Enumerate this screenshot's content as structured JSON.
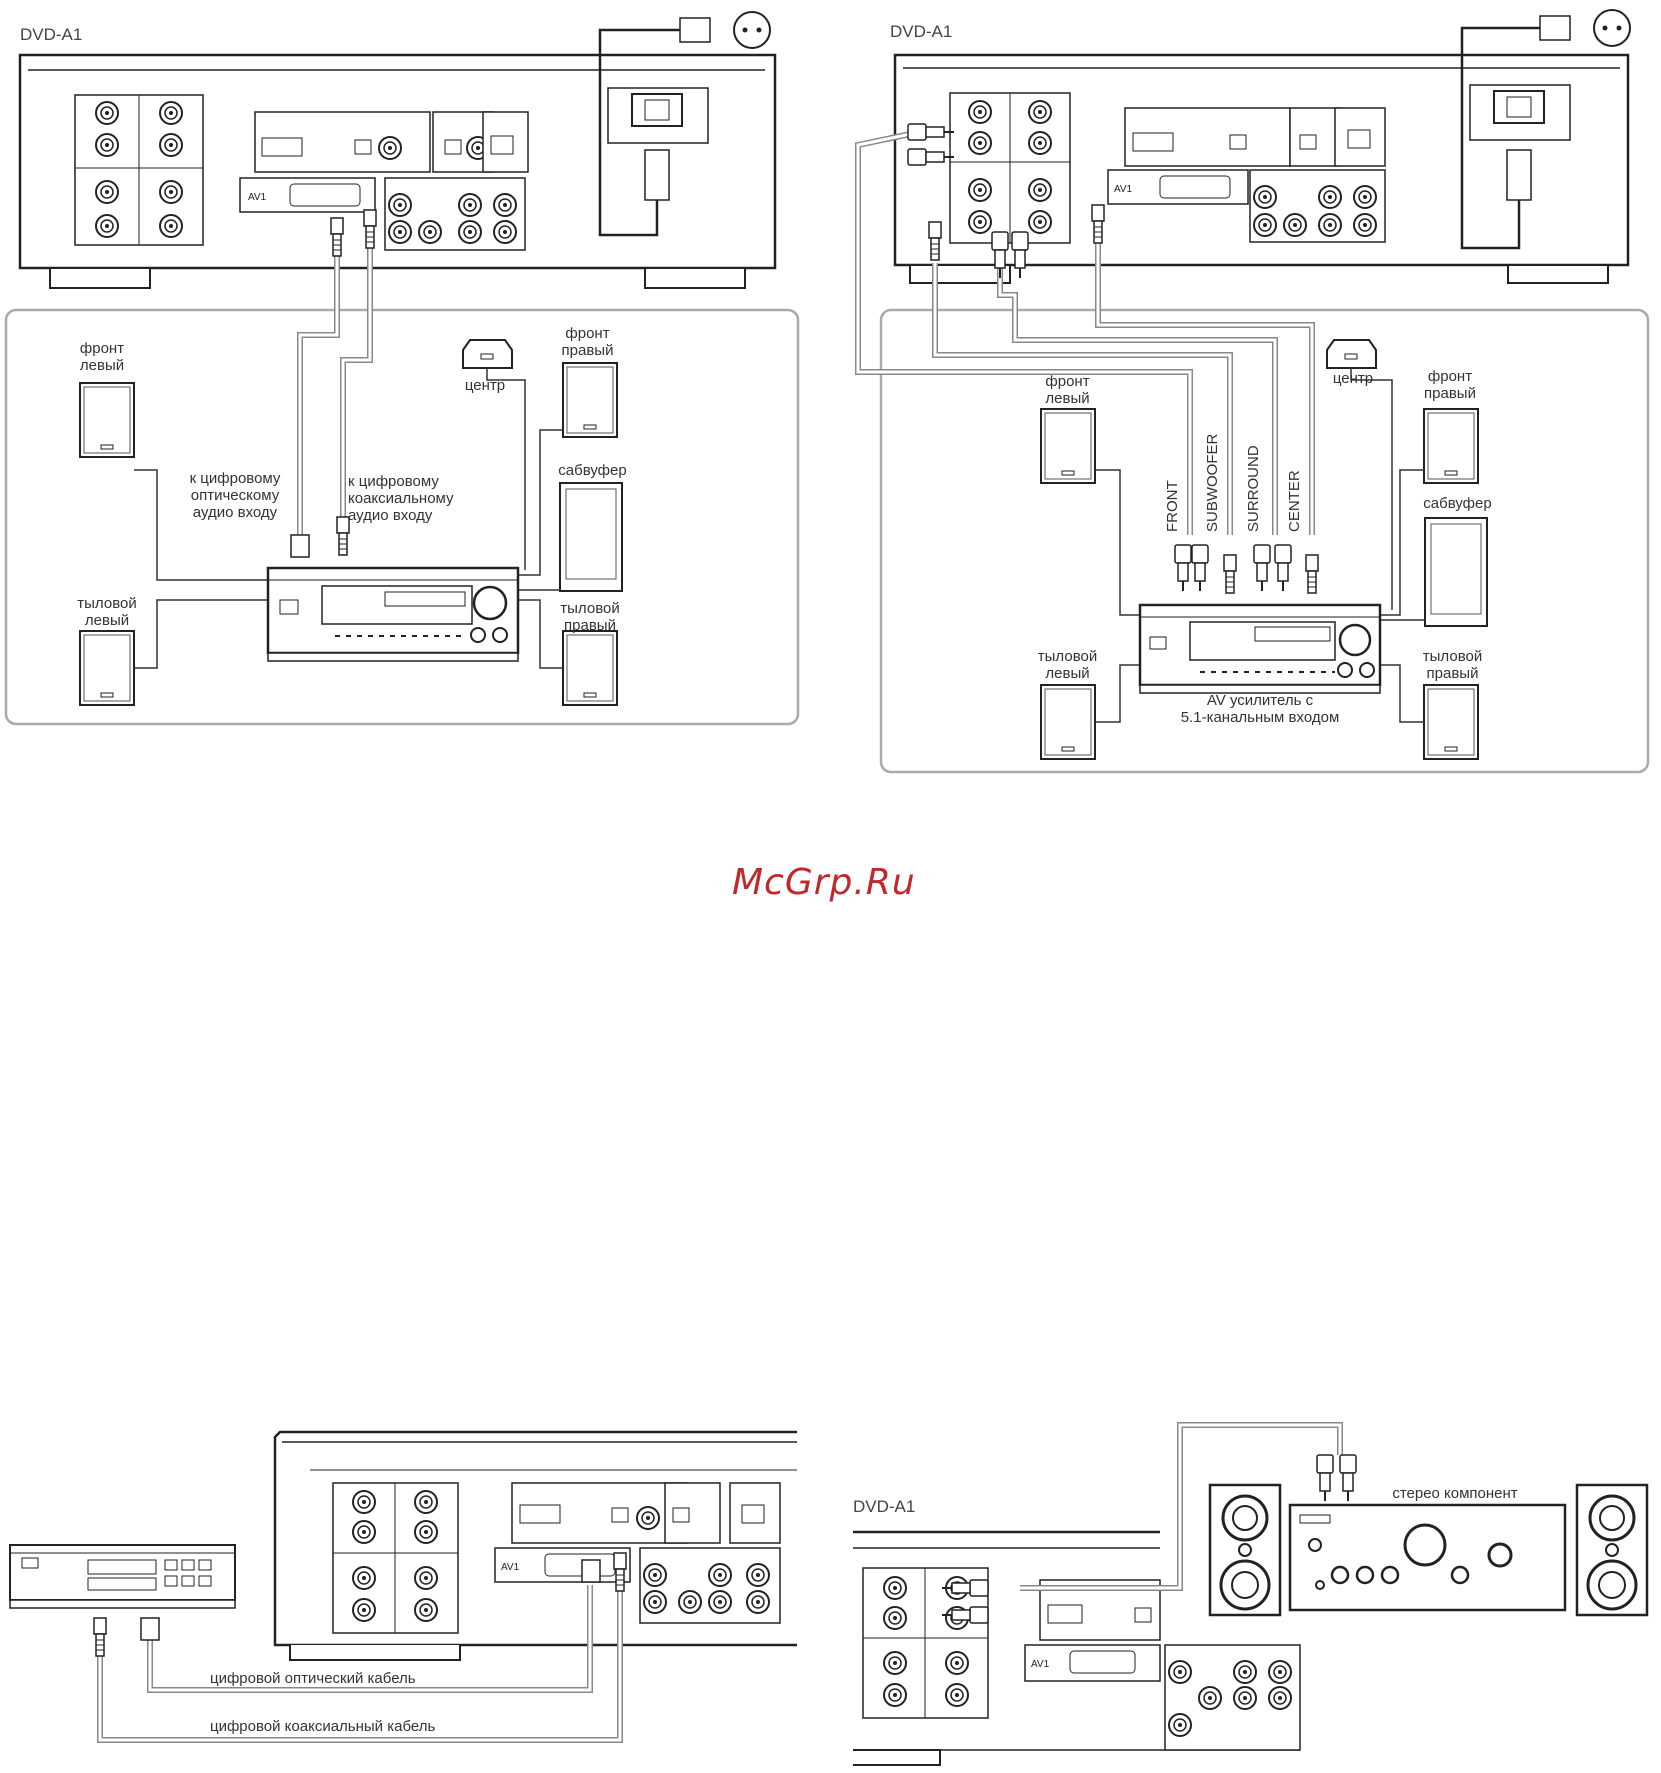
{
  "watermark": "McGrp.Ru",
  "diagram1": {
    "model": "DVD-A1",
    "front_left": "фронт\nлевый",
    "front_right": "фронт\nправый",
    "center": "центр",
    "subwoofer": "сабвуфер",
    "rear_left": "тыловой\nлевый",
    "rear_right": "тыловой\nправый",
    "to_optical": "к цифровому\nоптическому\nаудио входу",
    "to_coaxial": "к цифровому\nкоаксиальному\nаудио входу"
  },
  "diagram2": {
    "model": "DVD-A1",
    "front_left": "фронт\nлевый",
    "front_right": "фронт\nправый",
    "center": "центр",
    "subwoofer": "сабвуфер",
    "rear_left": "тыловой\nлевый",
    "rear_right": "тыловой\nправый",
    "channels": [
      "FRONT",
      "SUBWOOFER",
      "SURROUND",
      "CENTER"
    ],
    "amp_label": "AV усилитель с\n5.1-канальным входом"
  },
  "diagram3": {
    "optical_cable": "цифровой оптический кабель",
    "coaxial_cable": "цифровой коаксиальный кабель"
  },
  "diagram4": {
    "model": "DVD-A1",
    "stereo_component": "стерео компонент"
  }
}
